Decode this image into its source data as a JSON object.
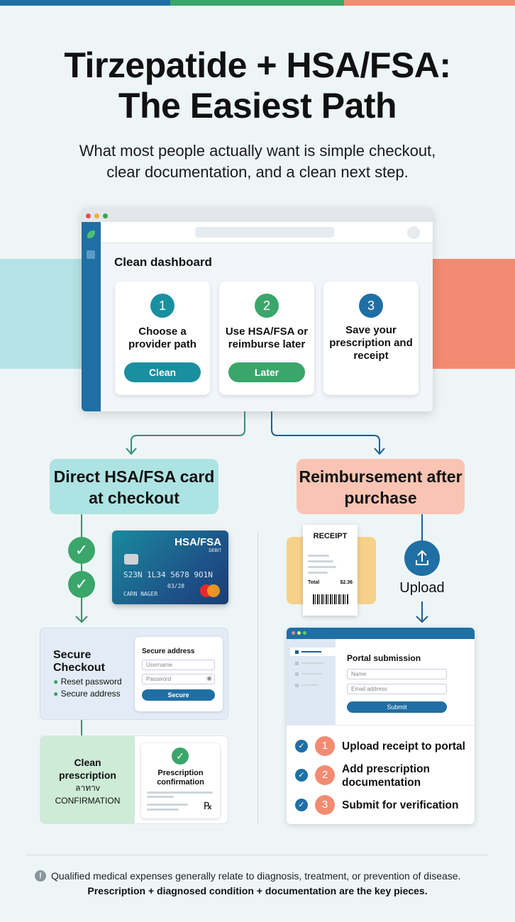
{
  "colors": {
    "blue": "#1f6fa5",
    "green": "#3aa66a",
    "teal": "#1a8fa0",
    "salmon": "#f28b72",
    "teal_light": "#aee3e3",
    "salmon_light": "#f9c4b3"
  },
  "title_line1": "Tirzepatide + HSA/FSA:",
  "title_line2": "The Easiest Path",
  "subtitle_line1": "What most people actually want is simple checkout,",
  "subtitle_line2": "clear documentation, and a clean next step.",
  "dashboard": {
    "heading": "Clean dashboard",
    "steps": [
      {
        "number": "1",
        "text": "Choose a provider path",
        "button": "Clean"
      },
      {
        "number": "2",
        "text": "Use HSA/FSA or reimburse later",
        "button": "Later"
      },
      {
        "number": "3",
        "text": "Save your prescription and receipt"
      }
    ]
  },
  "left_path": {
    "title": "Direct HSA/FSA card at checkout",
    "card": {
      "brand": "HSA/FSA",
      "type": "DEBIT",
      "number": "S23N 1L34 5678 9O1N",
      "expiry": "03/28",
      "holder": "CARN NAGER"
    },
    "checkout": {
      "title": "Secure Checkout",
      "checks": [
        "Reset password",
        "Secure address"
      ],
      "form_title": "Secure address",
      "username_placeholder": "Username",
      "password_placeholder": "Password",
      "button": "Secure"
    },
    "confirmation": {
      "line1": "Clean",
      "line2": "prescription",
      "line3": "ลาทาv",
      "line4": "CONFIRMATION",
      "doc_title": "Prescription confirmation",
      "rx": "℞"
    }
  },
  "right_path": {
    "title": "Reimbursement after purchase",
    "receipt": {
      "title": "RECEIPT",
      "total_label": "Total",
      "total_value": "$2.36"
    },
    "upload_label": "Upload",
    "portal": {
      "title": "Portal submission",
      "name_placeholder": "Name",
      "email_placeholder": "Email address",
      "button": "Submit"
    },
    "steps": [
      {
        "number": "1",
        "text": "Upload receipt to portal"
      },
      {
        "number": "2",
        "text": "Add prescription documentation"
      },
      {
        "number": "3",
        "text": "Submit for verification"
      }
    ]
  },
  "footer": {
    "icon": "!",
    "line1": "Qualified medical expenses generally relate to diagnosis, treatment, or prevention of disease.",
    "line2": "Prescription + diagnosed condition + documentation are the key pieces."
  }
}
